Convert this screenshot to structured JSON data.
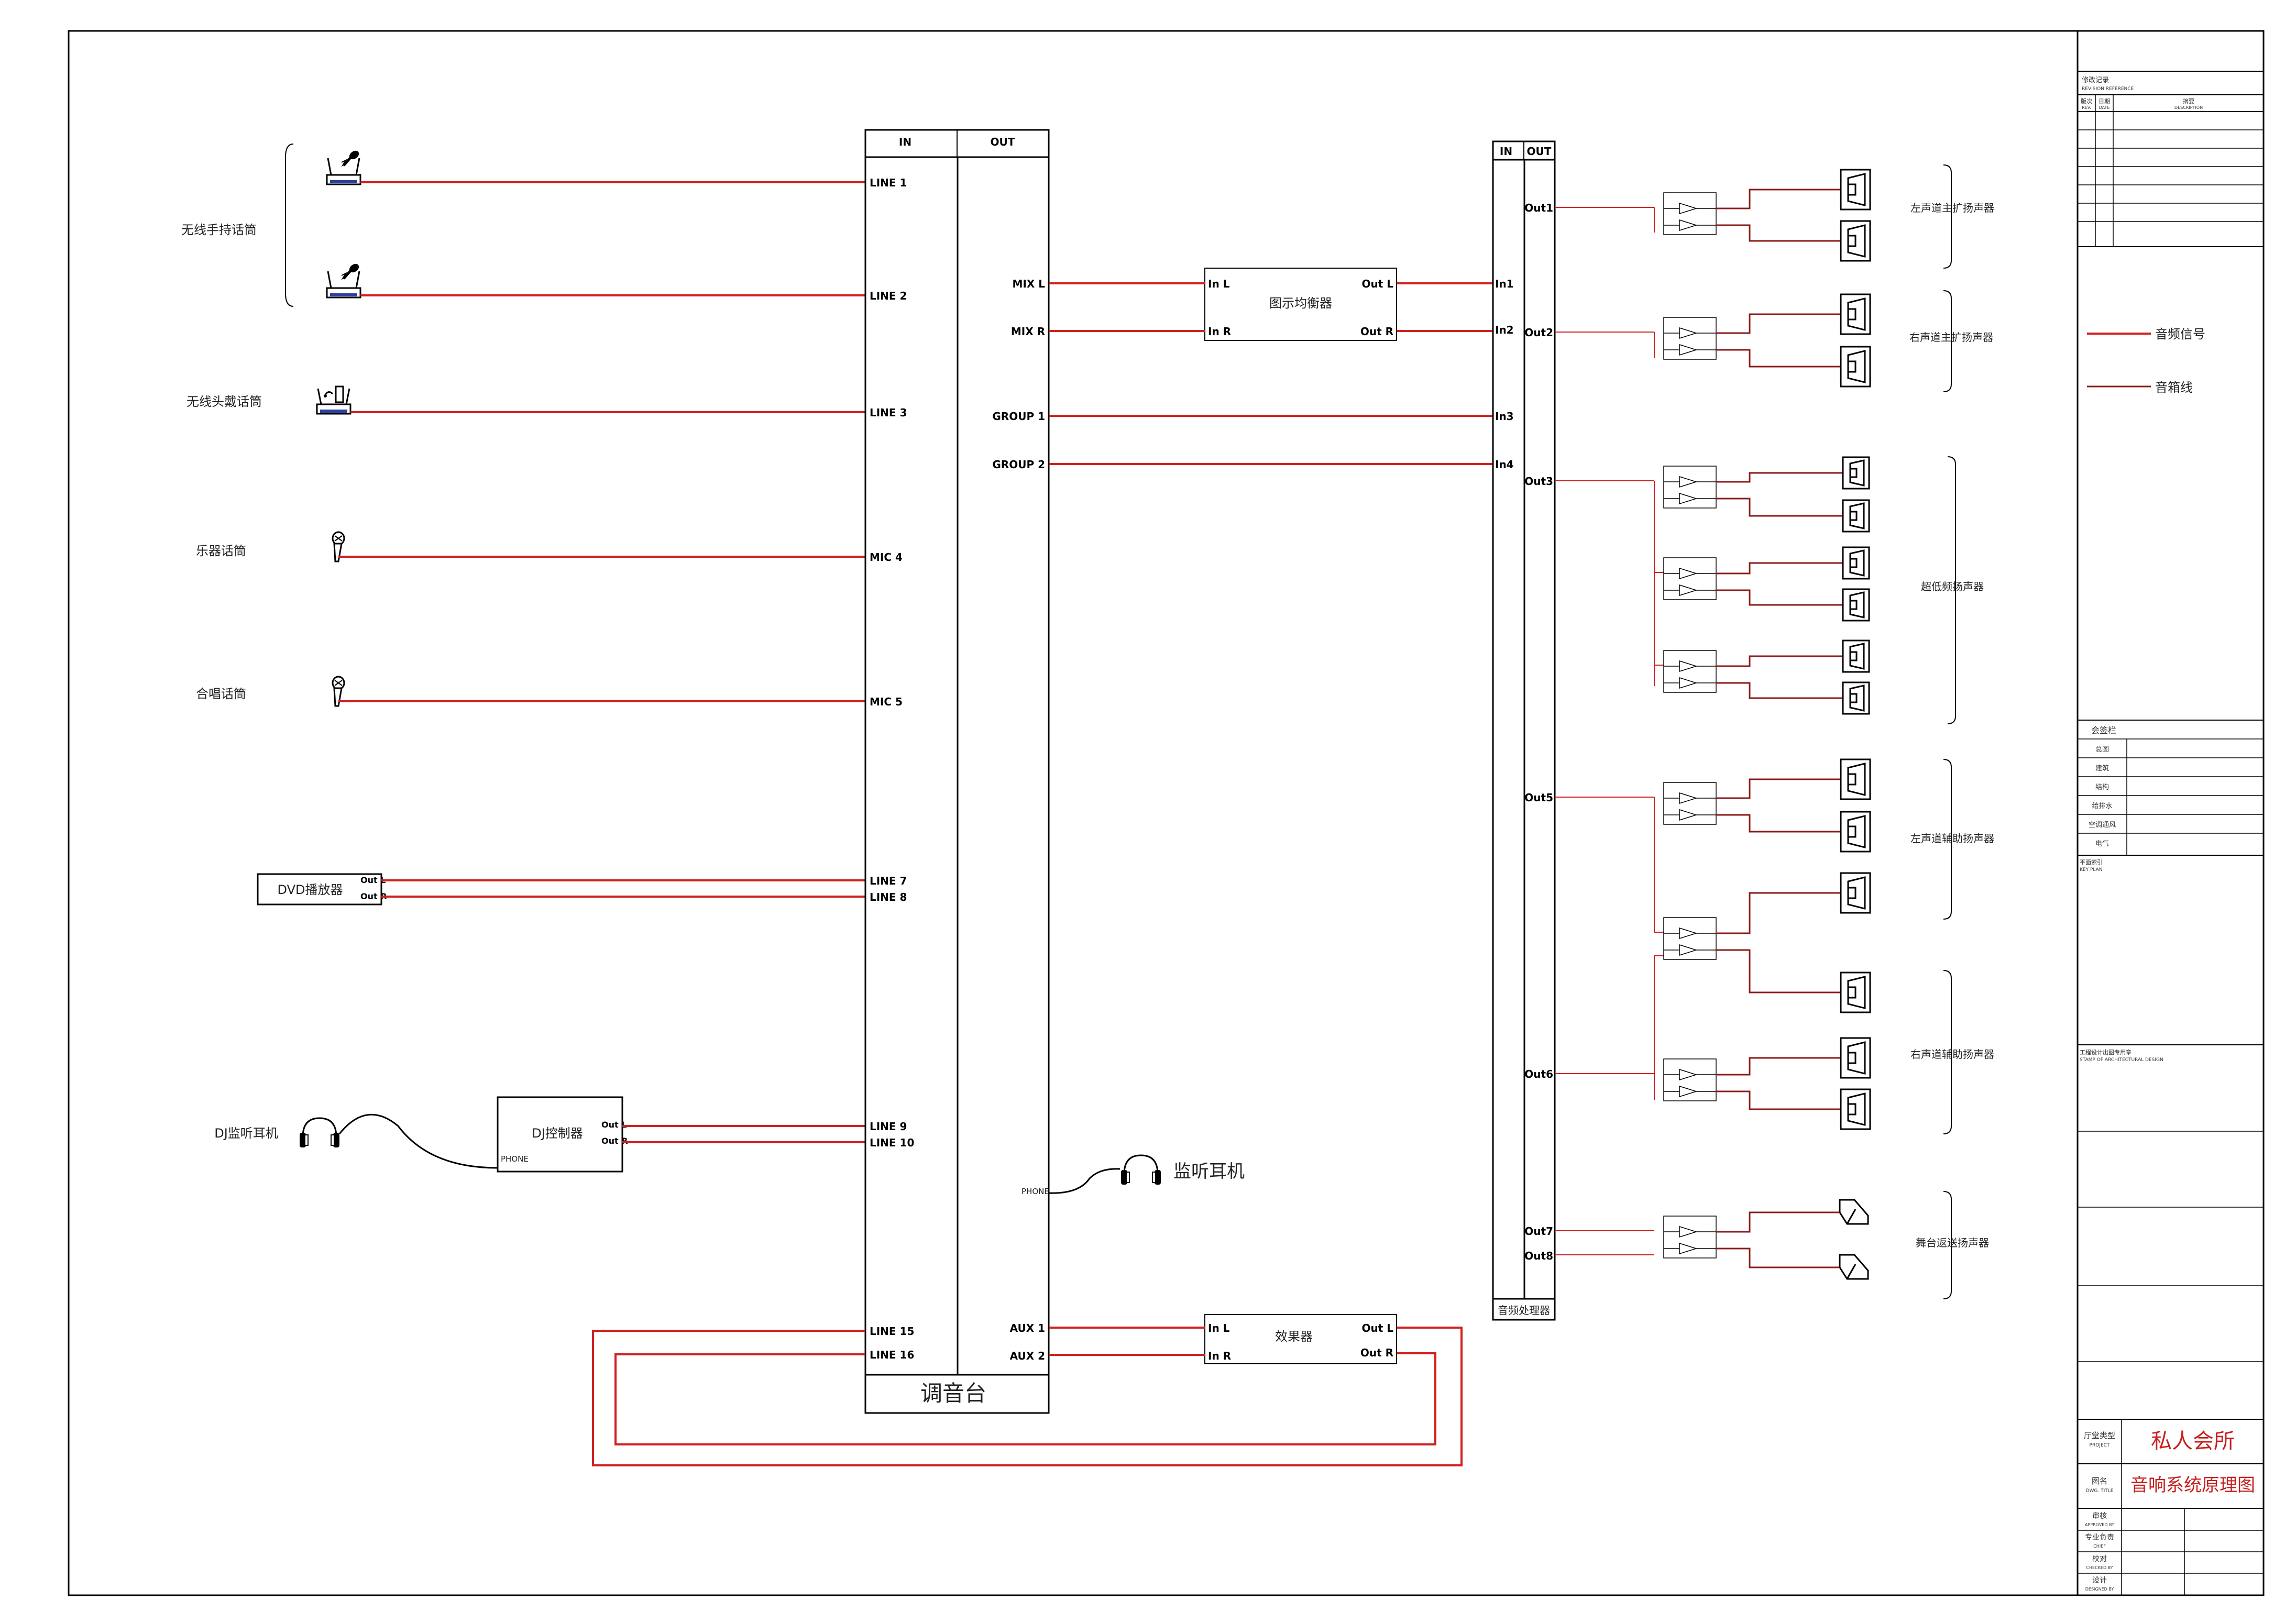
{
  "mixer": {
    "title": "调音台",
    "in_label": "IN",
    "out_label": "OUT",
    "inputs": [
      "LINE 1",
      "LINE 2",
      "LINE 3",
      "MIC 4",
      "MIC 5",
      "LINE 7",
      "LINE 8",
      "LINE 9",
      "LINE 10",
      "LINE 15",
      "LINE 16"
    ],
    "outputs": [
      "MIX L",
      "MIX R",
      "GROUP 1",
      "GROUP 2",
      "AUX 1",
      "AUX 2"
    ],
    "phone_label": "PHONE"
  },
  "sources": {
    "wireless_handheld": "无线手持话筒",
    "wireless_headset": "无线头戴话筒",
    "instrument_mic": "乐器话筒",
    "choir_mic": "合唱话筒",
    "dvd": "DVD播放器",
    "dvd_out_l": "Out L",
    "dvd_out_r": "Out R",
    "dj_headphones": "DJ监听耳机",
    "dj_controller": "DJ控制器",
    "dj_out_l": "Out L",
    "dj_out_r": "Out R",
    "dj_phone": "PHONE"
  },
  "monitor_headphones": "监听耳机",
  "eq": {
    "name": "图示均衡器",
    "in_l": "In L",
    "in_r": "In R",
    "out_l": "Out L",
    "out_r": "Out R"
  },
  "effects": {
    "name": "效果器",
    "in_l": "In L",
    "in_r": "In R",
    "out_l": "Out L",
    "out_r": "Out R"
  },
  "processor": {
    "name": "音频处理器",
    "in_label": "IN",
    "out_label": "OUT",
    "inputs": [
      "In1",
      "In2",
      "In3",
      "In4"
    ],
    "outputs": [
      "Out1",
      "Out2",
      "Out3",
      "Out5",
      "Out6",
      "Out7",
      "Out8"
    ]
  },
  "speaker_groups": {
    "left_main": "左声道主扩扬声器",
    "right_main": "右声道主扩扬声器",
    "subwoofer": "超低频扬声器",
    "left_aux": "左声道辅助扬声器",
    "right_aux": "右声道辅助扬声器",
    "stage_monitor": "舞台返送扬声器"
  },
  "legend": {
    "audio_signal": "音频信号",
    "speaker_cable": "音箱线",
    "audio_color": "#d11f1f",
    "speaker_color": "#8b1a1a"
  },
  "title_block": {
    "revision_header": "修改记录",
    "revision_header_en": "REVISION REFERENCE",
    "rev_cols": [
      "版次",
      "日期",
      "摘要"
    ],
    "rev_cols_en": [
      "REV.",
      "DATE",
      "DESCRIPTION"
    ],
    "sign_header": "会签栏",
    "sign_rows": [
      "总图",
      "建筑",
      "结构",
      "给排水",
      "空调通风",
      "电气"
    ],
    "key_plan": "平面索引",
    "key_plan_en": "KEY PLAN",
    "stamp": "工程设计出图专用章",
    "stamp_en": "STAMP OF ARCHITECTURAL DESIGN",
    "project_label": "厅堂类型",
    "project_label_en": "PROJECT",
    "project_name": "私人会所",
    "drawing_label": "图名",
    "drawing_label_en": "DWG. TITLE",
    "drawing_title": "音响系统原理图",
    "approvals": [
      {
        "cn": "审核",
        "en": "APPROVED BY"
      },
      {
        "cn": "专业负责",
        "en": "CHIEF"
      },
      {
        "cn": "校对",
        "en": "CHECKED BY"
      },
      {
        "cn": "设计",
        "en": "DESIGNED BY"
      }
    ]
  }
}
